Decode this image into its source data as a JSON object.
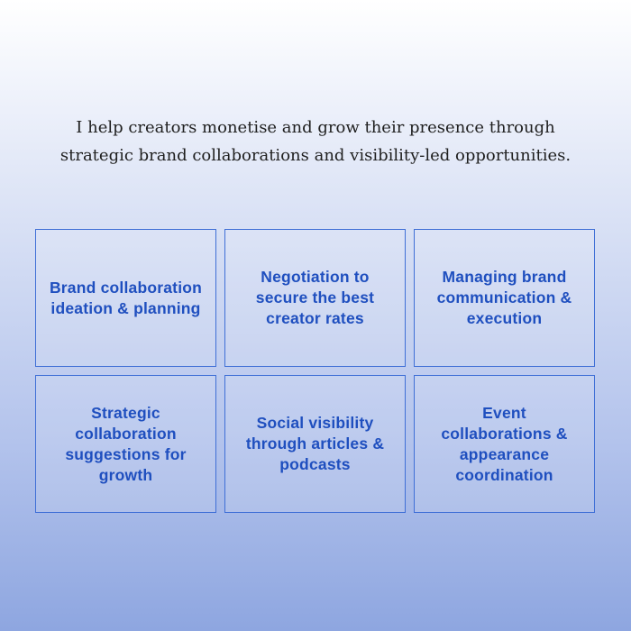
{
  "intro": {
    "text": "I help creators monetise and grow their presence through strategic brand collaborations and visibility-led opportunities."
  },
  "services": [
    {
      "label": "Brand collaboration ideation & planning"
    },
    {
      "label": "Negotiation to secure the best creator rates"
    },
    {
      "label": "Managing brand communication & execution"
    },
    {
      "label": "Strategic collaboration suggestions for growth"
    },
    {
      "label": "Social visibility through articles & podcasts"
    },
    {
      "label": "Event collaborations & appearance coordination"
    }
  ],
  "colors": {
    "accent": "#1f4fbf",
    "card_border": "#3f6fd6",
    "intro_text": "#1f1f1f",
    "gradient_top": "#ffffff",
    "gradient_bottom": "#8ea6e0"
  }
}
